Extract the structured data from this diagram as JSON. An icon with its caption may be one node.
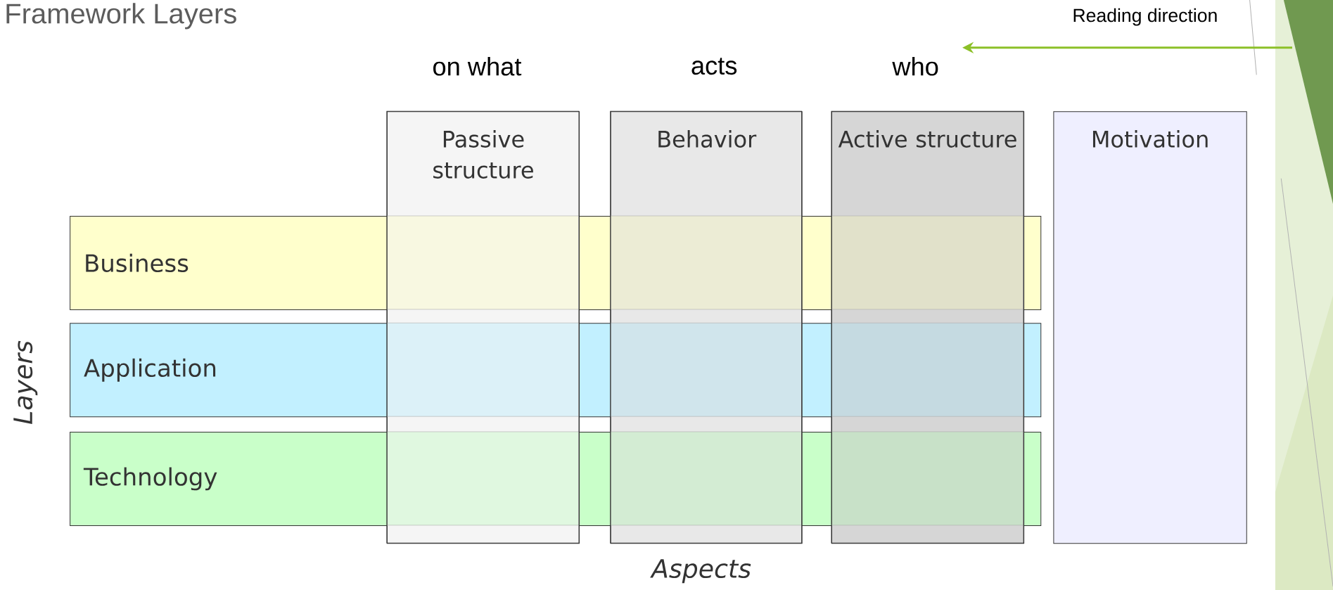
{
  "diagram": {
    "title": "Framework Layers",
    "nodes": [
      {
        "text": [
          "Business"
        ]
      },
      {
        "text": [
          "Application"
        ]
      },
      {
        "text": [
          "Technology"
        ]
      },
      {
        "text": [
          "Passive structure"
        ]
      },
      {
        "text": [
          "Behavior"
        ]
      },
      {
        "text": [
          "Active structure"
        ]
      },
      {
        "text": [
          "Motivation"
        ]
      }
    ],
    "labels": [
      "Reading direction",
      "on what",
      "acts",
      "who",
      "Layers",
      "Aspects"
    ]
  }
}
